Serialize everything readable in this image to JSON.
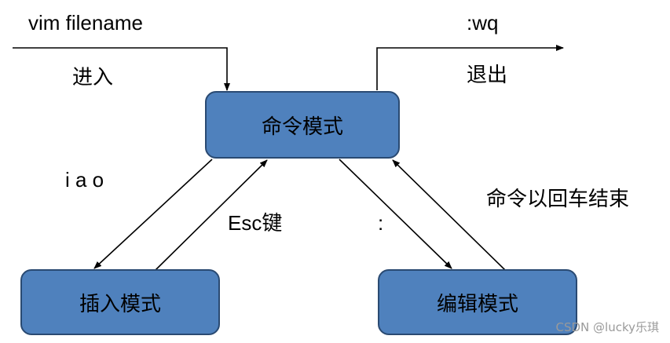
{
  "nodes": {
    "command_mode": "命令模式",
    "insert_mode": "插入模式",
    "edit_mode": "编辑模式"
  },
  "labels": {
    "vim_command": "vim filename",
    "enter": "进入",
    "wq_command": ":wq",
    "exit": "退出",
    "insert_keys": "i a o",
    "esc_key": "Esc键",
    "colon": ":",
    "command_end": "命令以回车结束"
  },
  "watermark": "CSDN @lucky乐琪",
  "colors": {
    "box_fill": "#4f81bd",
    "box_border": "#2a4a72",
    "arrow": "#000000"
  }
}
